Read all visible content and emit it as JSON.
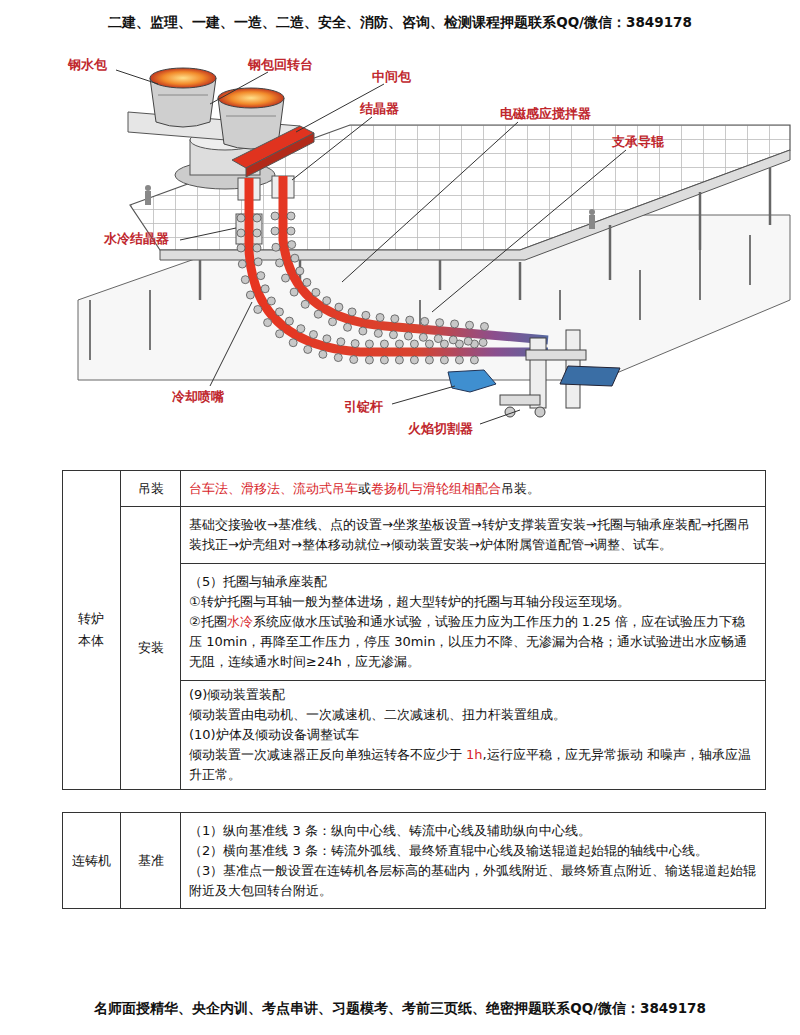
{
  "diagram": {
    "labels": [
      "二建、监理、一建、一造、二造、安全、消防、咨询、检测课程押题联系QQ/微信：3849178",
      "名师面授精华、央企内训、考点串讲、习题模考、考前三页纸、绝密押题联系QQ/微信：3849178",
      "钢水包",
      "钢包回转台",
      "中间包",
      "结晶器",
      "电磁感应搅拌器",
      "支承导辊",
      "水冷结晶器",
      "冷却喷嘴",
      "引锭杆",
      "火焰切割器",
      "转炉本体",
      "吊装",
      "台车法、滑移法、流动式吊车",
      "或",
      "卷扬机与滑轮组相配合",
      "吊装。",
      "安装",
      "基础交接验收→基准线、点的设置→坐浆垫板设置→转炉支撑装置安装→托圈与轴承座装配→托圈吊装找正→炉壳组对→整体移动就位→倾动装置安装→炉体附属管道配管→调整、试车。",
      "（5）托圈与轴承座装配",
      "①转炉托圈与耳轴一般为整体进场，超大型转炉的托圈与耳轴分段运至现场。",
      "②托圈",
      "水冷",
      "系统应做水压试验和通水试验，试验压力应为工作压力的 1.25 倍，应在试验压力下稳压 10min，再降至工作压力，停压 30min，以压力不降、无渗漏为合格；通水试验进出水应畅通无阻，连续通水时间≥24h，应无渗漏。",
      "(9)倾动装置装配",
      "倾动装置由电动机、一次减速机、二次减速机、扭力杆装置组成。",
      "(10)炉体及倾动设备调整试车",
      "倾动装置一次减速器正反向单独运转各不应少于",
      "1h",
      ",运行应平稳，应无异常振动 和噪声，轴承应温升正常。",
      "连铸机",
      "基准",
      "（1）纵向基准线 3 条：纵向中心线、铸流中心线及辅助纵向中心线。",
      "（2）横向基准线 3 条：铸流外弧线、最终矫直辊中心线及输送辊道起始辊的轴线中心线。",
      "（3）基准点一般设置在连铸机各层标高的基础内，外弧线附近、最终矫直点附近、输送辊道起始辊附近及大包回转台附近。"
    ]
  }
}
